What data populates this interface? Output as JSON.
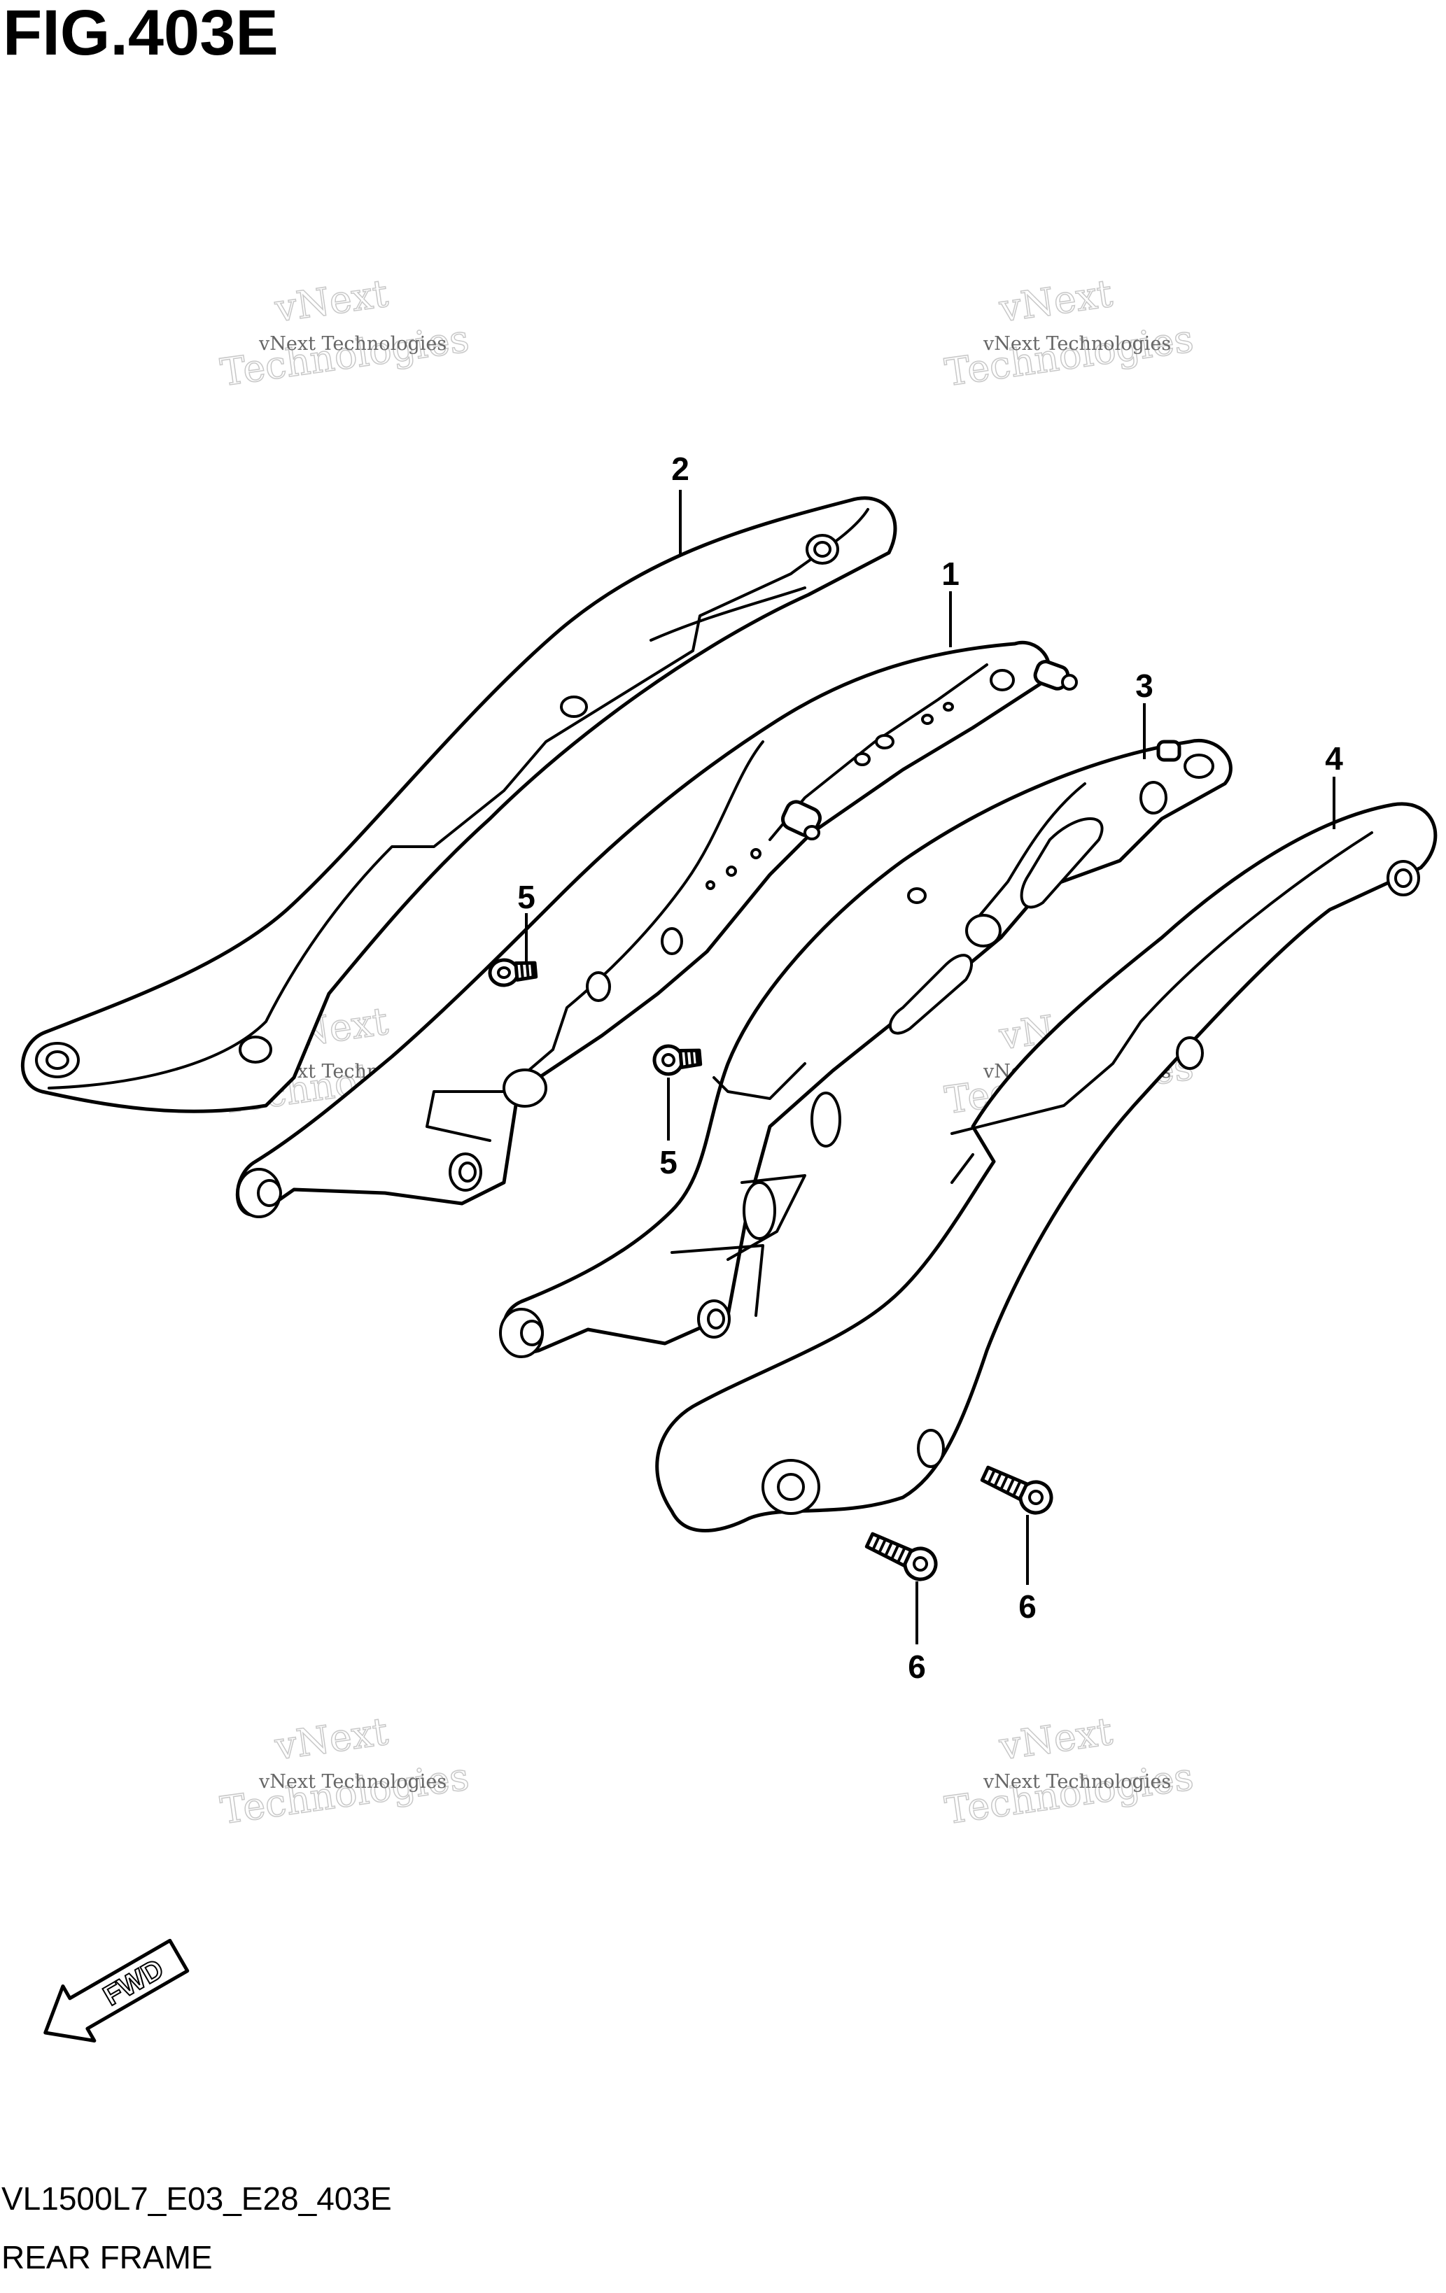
{
  "figure": {
    "title": "FIG.403E",
    "code": "VL1500L7_E03_E28_403E",
    "name": "REAR FRAME"
  },
  "callouts": {
    "part1": "1",
    "part2": "2",
    "part3": "3",
    "part4": "4",
    "bolt5a": "5",
    "bolt5b": "5",
    "bolt6a": "6",
    "bolt6b": "6"
  },
  "watermark": {
    "line_small": "vNext Technologies",
    "line_big_top": "vNext",
    "line_big_bottom": "Technologies"
  },
  "direction_label": "FWD"
}
